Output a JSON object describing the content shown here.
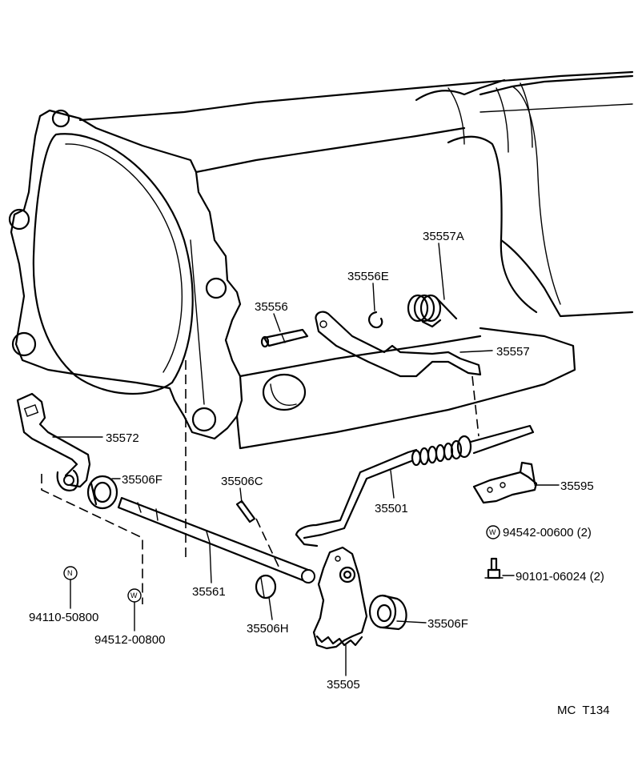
{
  "parts": {
    "p35557A": "35557A",
    "p35556E": "35556E",
    "p35556": "35556",
    "p35557": "35557",
    "p35572": "35572",
    "p35506F_left": "35506F",
    "p35506C": "35506C",
    "p35501": "35501",
    "p35595": "35595",
    "p94542": "94542-00600 (2)",
    "p90101": "90101-06024 (2)",
    "p35561": "35561",
    "p94110": "94110-50800",
    "p94512": "94512-00800",
    "p35506H": "35506H",
    "p35506F_right": "35506F",
    "p35505": "35505"
  },
  "symbols": {
    "n": "N",
    "w": "W"
  },
  "footer": {
    "code": "MC  T134"
  }
}
